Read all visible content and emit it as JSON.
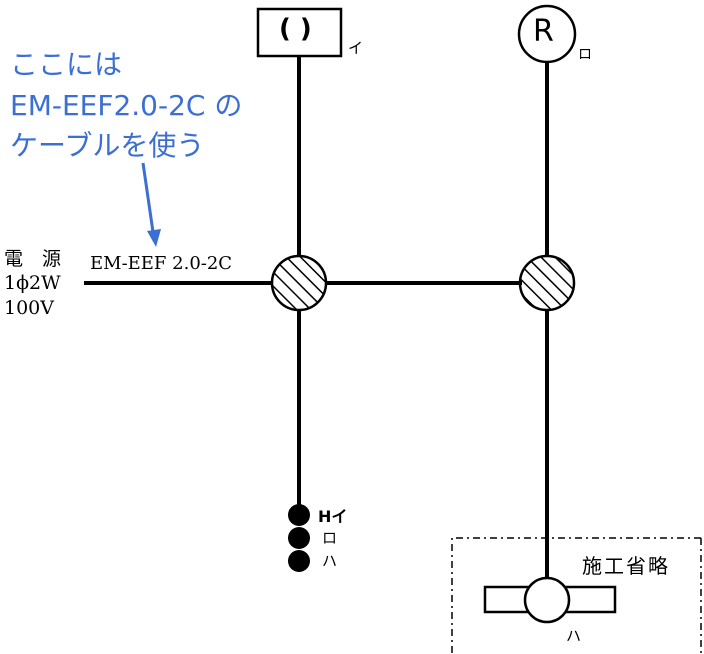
{
  "annotation": {
    "lines": [
      "ここには",
      "EM-EEF2.0-2C の",
      "ケーブルを使う"
    ],
    "color": "#3b6fd4"
  },
  "power_source": {
    "line1": "電　源",
    "line2": "1ϕ2W",
    "line3": "100V"
  },
  "cable_label": "EM-EEF 2.0-2C",
  "fixture_i": {
    "symbol": "( )",
    "label": "イ"
  },
  "fixture_ro": {
    "symbol": "R",
    "label": "ロ"
  },
  "switch_labels": [
    "Hイ",
    "ロ",
    "ハ"
  ],
  "omitted_box": {
    "label": "施工省略",
    "fixture_label": "ハ"
  }
}
